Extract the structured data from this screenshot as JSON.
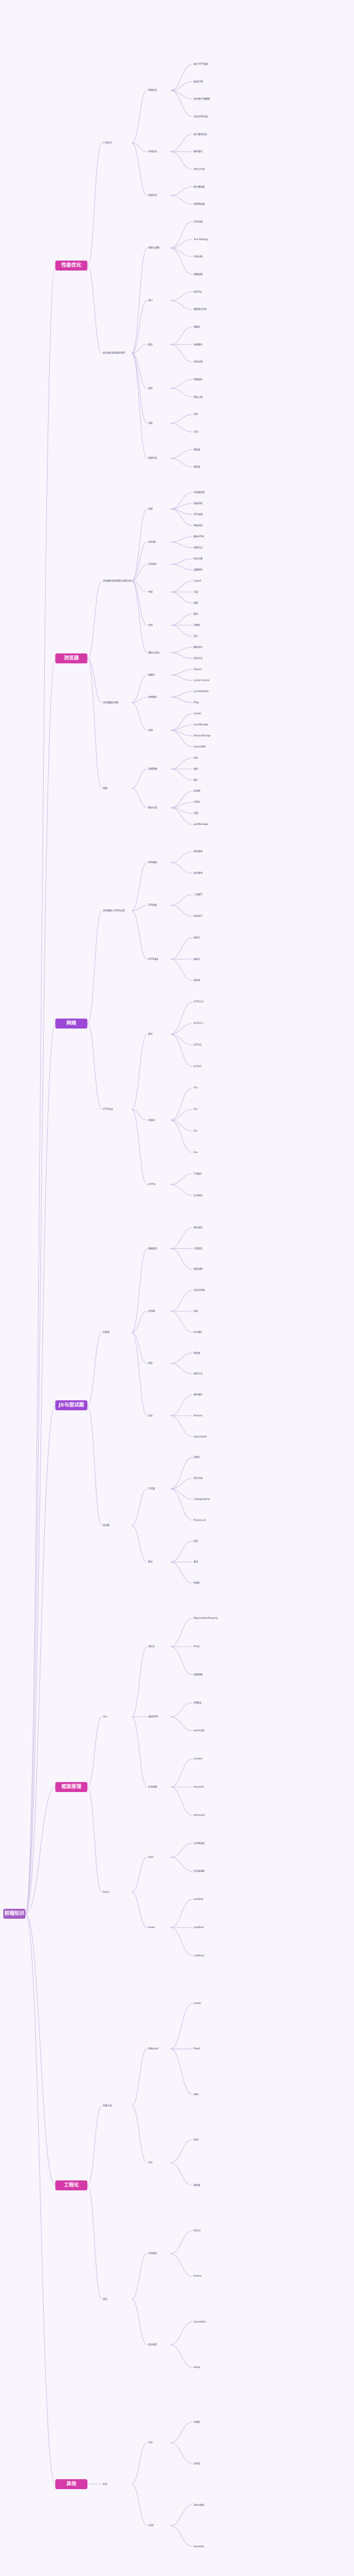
{
  "root": "前端知识",
  "colors": {
    "magenta": "#d63aa8",
    "violet": "#9d48d6",
    "edge": "#c6b3e3",
    "text": "#3c3358"
  },
  "sections": [
    {
      "title": "性能优化",
      "color": "#d63aa8",
      "children": [
        {
          "label": "产品优化",
          "children": [
            {
              "label": "网络优化",
              "children": [
                "减少HTTP请求",
                "使用CDN",
                "合并图片/雪碧图",
                "开启GZIP压缩"
              ]
            },
            {
              "label": "代码优化",
              "children": [
                "减少重绘回流",
                "事件委托",
                "防抖与节流"
              ]
            },
            {
              "label": "资源优化",
              "children": [
                "图片懒加载",
                "资源预加载"
              ]
            }
          ]
        },
        {
          "label": "前后端分离的基本原则",
          "children": [
            {
              "label": "构建与部署",
              "children": [
                "打包压缩",
                "Tree Shaking",
                "代码分割",
                "按需加载"
              ]
            },
            {
              "label": "接口",
              "children": [
                "RESTful",
                "数据格式约定"
              ]
            },
            {
              "label": "缓存",
              "children": [
                "强缓存",
                "协商缓存",
                "本地存储"
              ]
            },
            {
              "label": "监控",
              "children": [
                "性能指标",
                "错误上报"
              ]
            },
            {
              "label": "渲染",
              "children": [
                "SSR",
                "CSR"
              ]
            },
            {
              "label": "首屏优化",
              "children": [
                "骨架屏",
                "预渲染"
              ]
            }
          ]
        }
      ]
    },
    {
      "title": "浏览器",
      "color": "#d63aa8",
      "children": [
        {
          "label": "浏览器的渲染原理与流程分析",
          "children": [
            {
              "label": "进程",
              "children": [
                "浏览器进程",
                "渲染进程",
                "GPU进程",
                "网络进程"
              ]
            },
            {
              "label": "DOM树",
              "children": [
                "解析HTML",
                "构建节点"
              ]
            },
            {
              "label": "CSSOM",
              "children": [
                "样式计算",
                "层叠规则"
              ]
            },
            {
              "label": "布局",
              "children": [
                "Layout",
                "分层",
                "绘制"
              ]
            },
            {
              "label": "合成",
              "children": [
                "图块",
                "光栅化",
                "显示"
              ]
            },
            {
              "label": "重绘与回流",
              "children": [
                "触发条件",
                "优化方法"
              ]
            }
          ]
        },
        {
          "label": "浏览器缓存机制",
          "children": [
            {
              "label": "强缓存",
              "children": [
                "Expires",
                "Cache-Control"
              ]
            },
            {
              "label": "协商缓存",
              "children": [
                "Last-Modified",
                "ETag"
              ]
            },
            {
              "label": "存储",
              "children": [
                "Cookie",
                "LocalStorage",
                "SessionStorage",
                "IndexedDB"
              ]
            }
          ]
        },
        {
          "label": "跨域",
          "children": [
            {
              "label": "同源策略",
              "children": [
                "协议",
                "域名",
                "端口"
              ]
            },
            {
              "label": "解决方案",
              "children": [
                "JSONP",
                "CORS",
                "代理",
                "postMessage"
              ]
            }
          ]
        }
      ]
    },
    {
      "title": "网络",
      "color": "#9d48d6",
      "children": [
        {
          "label": "浏览器输入URL的过程",
          "children": [
            {
              "label": "DNS解析",
              "children": [
                "递归查询",
                "迭代查询"
              ]
            },
            {
              "label": "TCP连接",
              "children": [
                "三次握手",
                "四次挥手"
              ]
            },
            {
              "label": "HTTP请求",
              "children": [
                "请求行",
                "请求头",
                "请求体"
              ]
            }
          ]
        },
        {
          "label": "HTTP协议",
          "children": [
            {
              "label": "版本",
              "children": [
                "HTTP/1.0",
                "HTTP/1.1",
                "HTTP/2",
                "HTTP/3"
              ]
            },
            {
              "label": "状态码",
              "children": [
                "2xx",
                "3xx",
                "4xx",
                "5xx"
              ]
            },
            {
              "label": "HTTPS",
              "children": [
                "TLS握手",
                "证书校验"
              ]
            }
          ]
        }
      ]
    },
    {
      "title": "JS与面试题",
      "color": "#9d48d6",
      "children": [
        {
          "label": "JS基础",
          "children": [
            {
              "label": "数据类型",
              "children": [
                "基本类型",
                "引用类型",
                "类型判断"
              ]
            },
            {
              "label": "作用域",
              "children": [
                "词法作用域",
                "闭包",
                "this指向"
              ]
            },
            {
              "label": "原型",
              "children": [
                "原型链",
                "继承方式"
              ]
            },
            {
              "label": "异步",
              "children": [
                "事件循环",
                "Promise",
                "async/await"
              ]
            }
          ]
        },
        {
          "label": "面试题",
          "children": [
            {
              "label": "手写题",
              "children": [
                "深拷贝",
                "防抖节流",
                "call/apply/bind",
                "Promise.all"
              ]
            },
            {
              "label": "算法",
              "children": [
                "排序",
                "查找",
                "树遍历"
              ]
            }
          ]
        }
      ]
    },
    {
      "title": "框架原理",
      "color": "#d63aa8",
      "children": [
        {
          "label": "Vue",
          "children": [
            {
              "label": "响应式",
              "children": [
                "Object.defineProperty",
                "Proxy",
                "依赖收集"
              ]
            },
            {
              "label": "虚拟DOM",
              "children": [
                "diff算法",
                "patch过程"
              ]
            },
            {
              "label": "生命周期",
              "children": [
                "created",
                "mounted",
                "destroyed"
              ]
            }
          ]
        },
        {
          "label": "React",
          "children": [
            {
              "label": "Fiber",
              "children": [
                "可中断渲染",
                "优先级调度"
              ]
            },
            {
              "label": "Hooks",
              "children": [
                "useState",
                "useEffect",
                "useMemo"
              ]
            }
          ]
        }
      ]
    },
    {
      "title": "工程化",
      "color": "#d63aa8",
      "children": [
        {
          "label": "构建工具",
          "children": [
            {
              "label": "Webpack",
              "children": [
                "Loader",
                "Plugin",
                "HMR"
              ]
            },
            {
              "label": "Vite",
              "children": [
                "ESM",
                "预构建"
              ]
            }
          ]
        },
        {
          "label": "规范",
          "children": [
            {
              "label": "代码规范",
              "children": [
                "ESLint",
                "Prettier"
              ]
            },
            {
              "label": "提交规范",
              "children": [
                "Commitlint",
                "Husky"
              ]
            }
          ]
        }
      ]
    },
    {
      "title": "其他",
      "color": "#d63aa8",
      "children": [
        {
          "label": "安全",
          "children": [
            {
              "label": "XSS",
              "children": [
                "存储型",
                "反射型"
              ]
            },
            {
              "label": "CSRF",
              "children": [
                "Token校验",
                "SameSite"
              ]
            }
          ]
        }
      ]
    }
  ]
}
